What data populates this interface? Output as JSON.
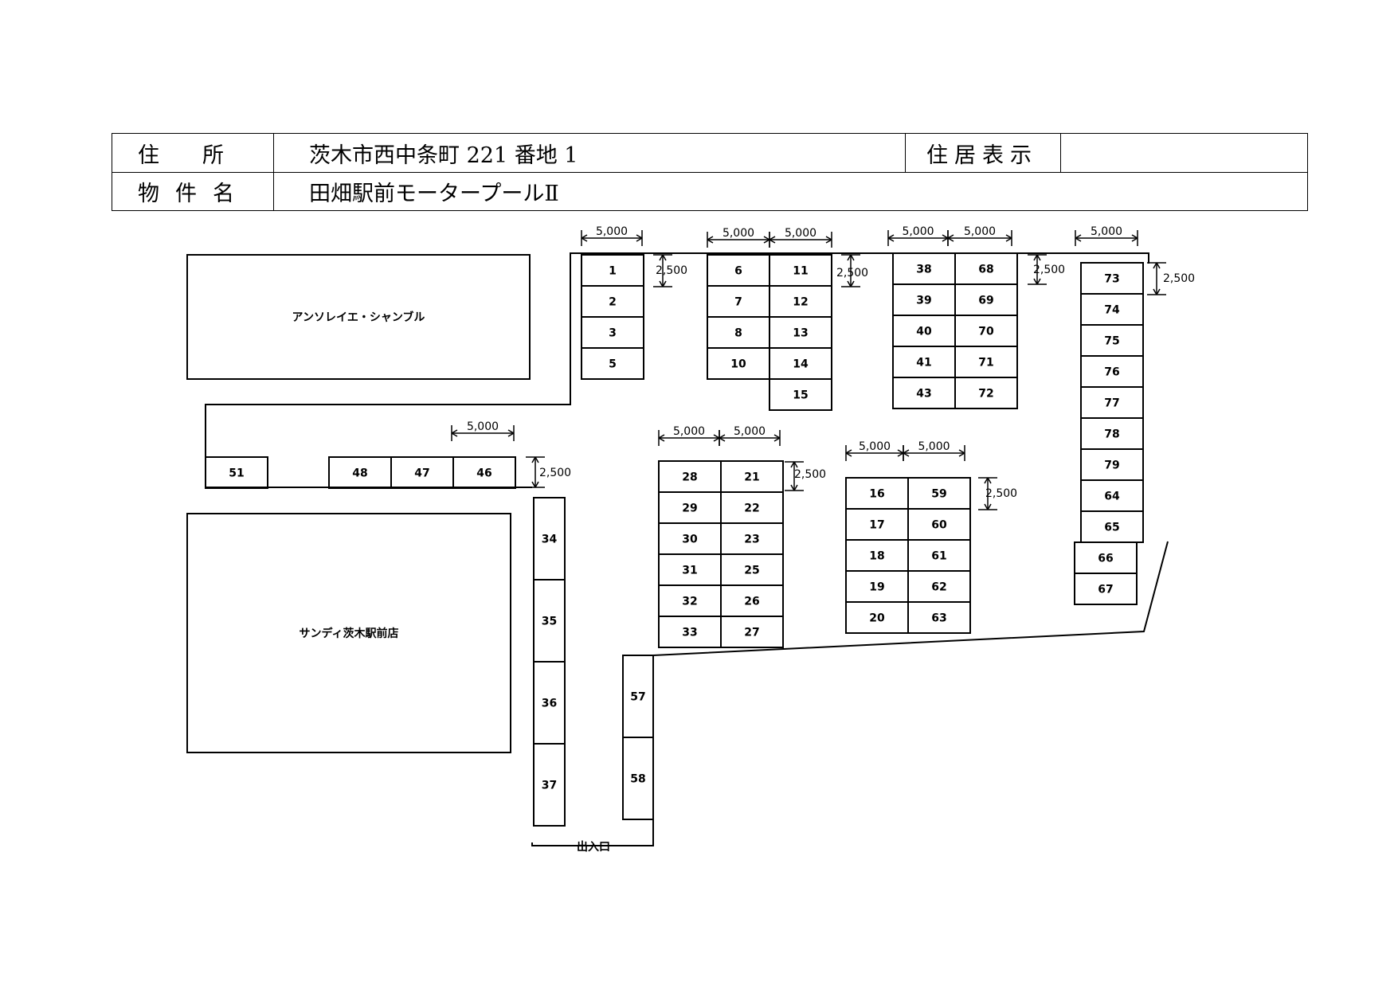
{
  "header": {
    "address_label": "住　　所",
    "address_value": "茨木市西中条町 221 番地 1",
    "residence_label": "住居表示",
    "residence_value": "",
    "property_label": "物件名",
    "property_value": "田畑駅前モータープールⅡ"
  },
  "buildings": {
    "north": "アンソレイエ・シャンブル",
    "south": "サンディ茨木駅前店"
  },
  "entrance_label": "出入口",
  "dimensions": {
    "width": "5,000",
    "depth": "2,500"
  },
  "slots": [
    {
      "id": "1"
    },
    {
      "id": "2"
    },
    {
      "id": "3"
    },
    {
      "id": "5"
    },
    {
      "id": "6"
    },
    {
      "id": "7"
    },
    {
      "id": "8"
    },
    {
      "id": "10"
    },
    {
      "id": "11"
    },
    {
      "id": "12"
    },
    {
      "id": "13"
    },
    {
      "id": "14"
    },
    {
      "id": "15"
    },
    {
      "id": "38"
    },
    {
      "id": "39"
    },
    {
      "id": "40"
    },
    {
      "id": "41"
    },
    {
      "id": "43"
    },
    {
      "id": "68"
    },
    {
      "id": "69"
    },
    {
      "id": "70"
    },
    {
      "id": "71"
    },
    {
      "id": "72"
    },
    {
      "id": "73"
    },
    {
      "id": "74"
    },
    {
      "id": "75"
    },
    {
      "id": "76"
    },
    {
      "id": "77"
    },
    {
      "id": "78"
    },
    {
      "id": "79"
    },
    {
      "id": "64"
    },
    {
      "id": "65"
    },
    {
      "id": "66"
    },
    {
      "id": "67"
    },
    {
      "id": "51"
    },
    {
      "id": "48"
    },
    {
      "id": "47"
    },
    {
      "id": "46"
    },
    {
      "id": "28"
    },
    {
      "id": "29"
    },
    {
      "id": "30"
    },
    {
      "id": "31"
    },
    {
      "id": "32"
    },
    {
      "id": "33"
    },
    {
      "id": "21"
    },
    {
      "id": "22"
    },
    {
      "id": "23"
    },
    {
      "id": "25"
    },
    {
      "id": "26"
    },
    {
      "id": "27"
    },
    {
      "id": "16"
    },
    {
      "id": "17"
    },
    {
      "id": "18"
    },
    {
      "id": "19"
    },
    {
      "id": "20"
    },
    {
      "id": "59"
    },
    {
      "id": "60"
    },
    {
      "id": "61"
    },
    {
      "id": "62"
    },
    {
      "id": "63"
    },
    {
      "id": "34"
    },
    {
      "id": "35"
    },
    {
      "id": "36"
    },
    {
      "id": "37"
    },
    {
      "id": "57"
    },
    {
      "id": "58"
    }
  ]
}
